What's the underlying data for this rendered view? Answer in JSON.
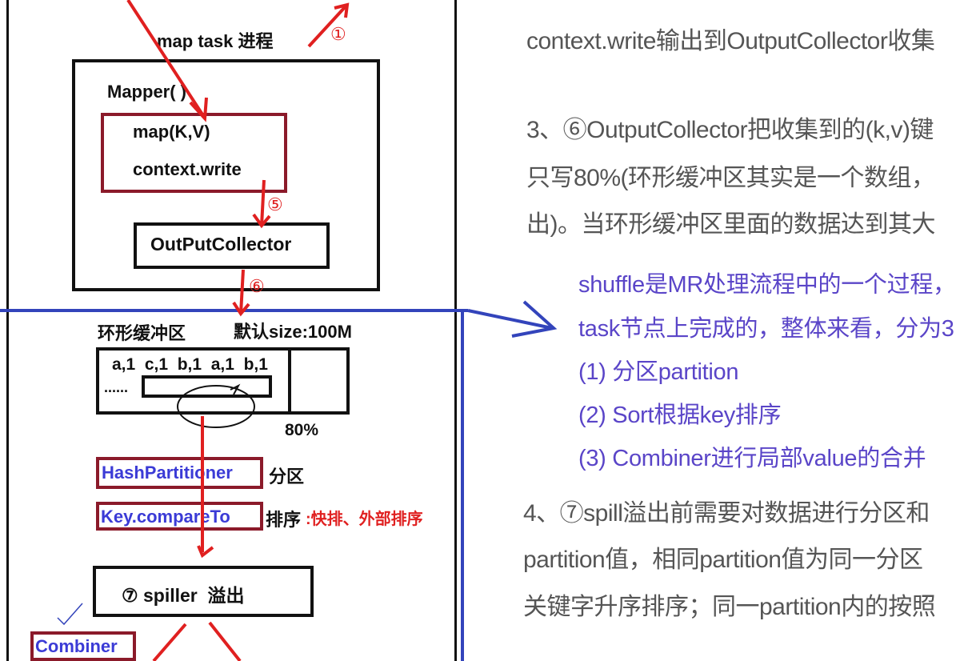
{
  "diagram": {
    "title": "map task 进程",
    "step1": "①",
    "mapper_label": "Mapper( )",
    "map_kv": "map(K,V)",
    "context_write": "context.write",
    "step5": "⑤",
    "output_collector": "OutPutCollector",
    "step6": "⑥",
    "ring_buffer_label": "环形缓冲区",
    "default_size": "默认size:100M",
    "buffer_row": "a,1  c,1  b,1  a,1  b,1",
    "buffer_dots": "......",
    "percent": "80%",
    "hash_partitioner": "HashPartitioner",
    "partition_label": "分区",
    "key_compare": "Key.compareTo",
    "sort_label": "排序",
    "sort_note": ":快排、外部排序",
    "spiller": "⑦ spiller  溢出",
    "combiner": "Combiner"
  },
  "text": {
    "line1": "context.write输出到OutputCollector收集",
    "line2": "3、⑥OutputCollector把收集到的(k,v)键",
    "line3": "只写80%(环形缓冲区其实是一个数组，",
    "line4": "出)。当环形缓冲区里面的数据达到其大",
    "shuffle1": "shuffle是MR处理流程中的一个过程，",
    "shuffle2": "task节点上完成的，整体来看，分为3",
    "item1": "(1) 分区partition",
    "item2": "(2) Sort根据key排序",
    "item3": "(3) Combiner进行局部value的合并",
    "line5": "4、⑦spill溢出前需要对数据进行分区和",
    "line6": "partition值，相同partition值为同一分区",
    "line7": "关键字升序排序；同一partition内的按照"
  },
  "colors": {
    "red": "#e02020",
    "dark_red": "#8b1a2a",
    "blue_line": "#3344bb",
    "text_blue": "#5a45c8",
    "label_blue": "#3b3bd6"
  }
}
